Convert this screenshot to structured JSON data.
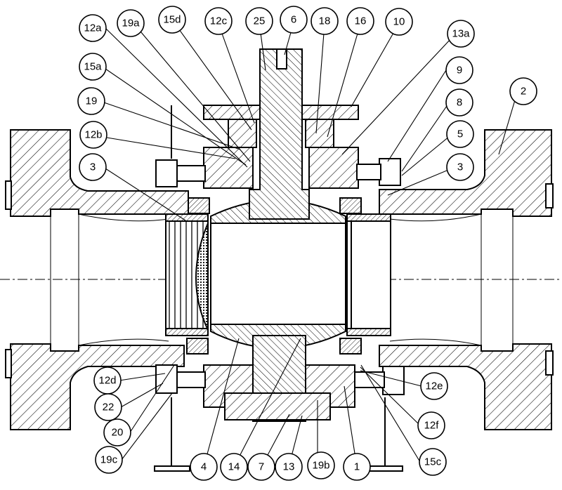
{
  "callouts": [
    {
      "id": "c-12a",
      "label": "12a"
    },
    {
      "id": "c-19a",
      "label": "19a"
    },
    {
      "id": "c-15d",
      "label": "15d"
    },
    {
      "id": "c-12c",
      "label": "12c"
    },
    {
      "id": "c-25",
      "label": "25"
    },
    {
      "id": "c-6",
      "label": "6"
    },
    {
      "id": "c-18",
      "label": "18"
    },
    {
      "id": "c-16",
      "label": "16"
    },
    {
      "id": "c-10",
      "label": "10"
    },
    {
      "id": "c-13a",
      "label": "13a"
    },
    {
      "id": "c-15a",
      "label": "15a"
    },
    {
      "id": "c-9",
      "label": "9"
    },
    {
      "id": "c-2",
      "label": "2"
    },
    {
      "id": "c-19",
      "label": "19"
    },
    {
      "id": "c-8",
      "label": "8"
    },
    {
      "id": "c-12b",
      "label": "12b"
    },
    {
      "id": "c-5",
      "label": "5"
    },
    {
      "id": "c-3l",
      "label": "3"
    },
    {
      "id": "c-3r",
      "label": "3"
    },
    {
      "id": "c-12d",
      "label": "12d"
    },
    {
      "id": "c-12e",
      "label": "12e"
    },
    {
      "id": "c-22",
      "label": "22"
    },
    {
      "id": "c-12f",
      "label": "12f"
    },
    {
      "id": "c-20",
      "label": "20"
    },
    {
      "id": "c-19c",
      "label": "19c"
    },
    {
      "id": "c-15c",
      "label": "15c"
    },
    {
      "id": "c-4",
      "label": "4"
    },
    {
      "id": "c-14",
      "label": "14"
    },
    {
      "id": "c-7",
      "label": "7"
    },
    {
      "id": "c-13",
      "label": "13"
    },
    {
      "id": "c-19b",
      "label": "19b"
    },
    {
      "id": "c-1",
      "label": "1"
    }
  ]
}
